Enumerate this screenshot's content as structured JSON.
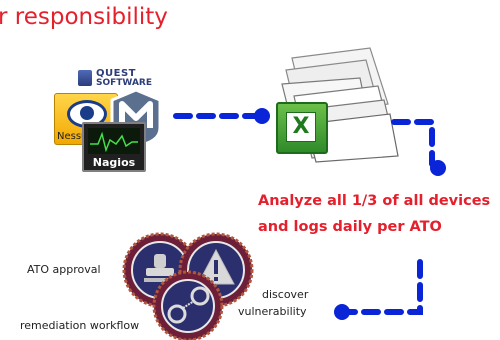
{
  "title": "r responsibility",
  "tools": {
    "quest_line1": "QUEST",
    "quest_line2": "SOFTWARE",
    "nessus_label": "Nessu",
    "nagios_label": "Nagios",
    "excel_letter": "X"
  },
  "analyze": {
    "line1": "Analyze all 1/3 of all devices",
    "line2": "and logs daily per ATO"
  },
  "workflow": {
    "ato_approval": "ATO approval",
    "remediation": "remediation workflow",
    "discover": "discover",
    "vulnerability": "vulnerability"
  },
  "colors": {
    "title_red": "#e5202d",
    "flow_blue": "#0a24d8",
    "badge_maroon": "#6d1f3a",
    "badge_navy": "#2c2f6e"
  },
  "icons": [
    "quest-software-logo",
    "nessus-eye-icon",
    "metasploit-icon",
    "nagios-monitor-icon",
    "paper-stack-icon",
    "excel-icon",
    "stamp-icon",
    "handcuffs-icon",
    "warning-icon"
  ]
}
